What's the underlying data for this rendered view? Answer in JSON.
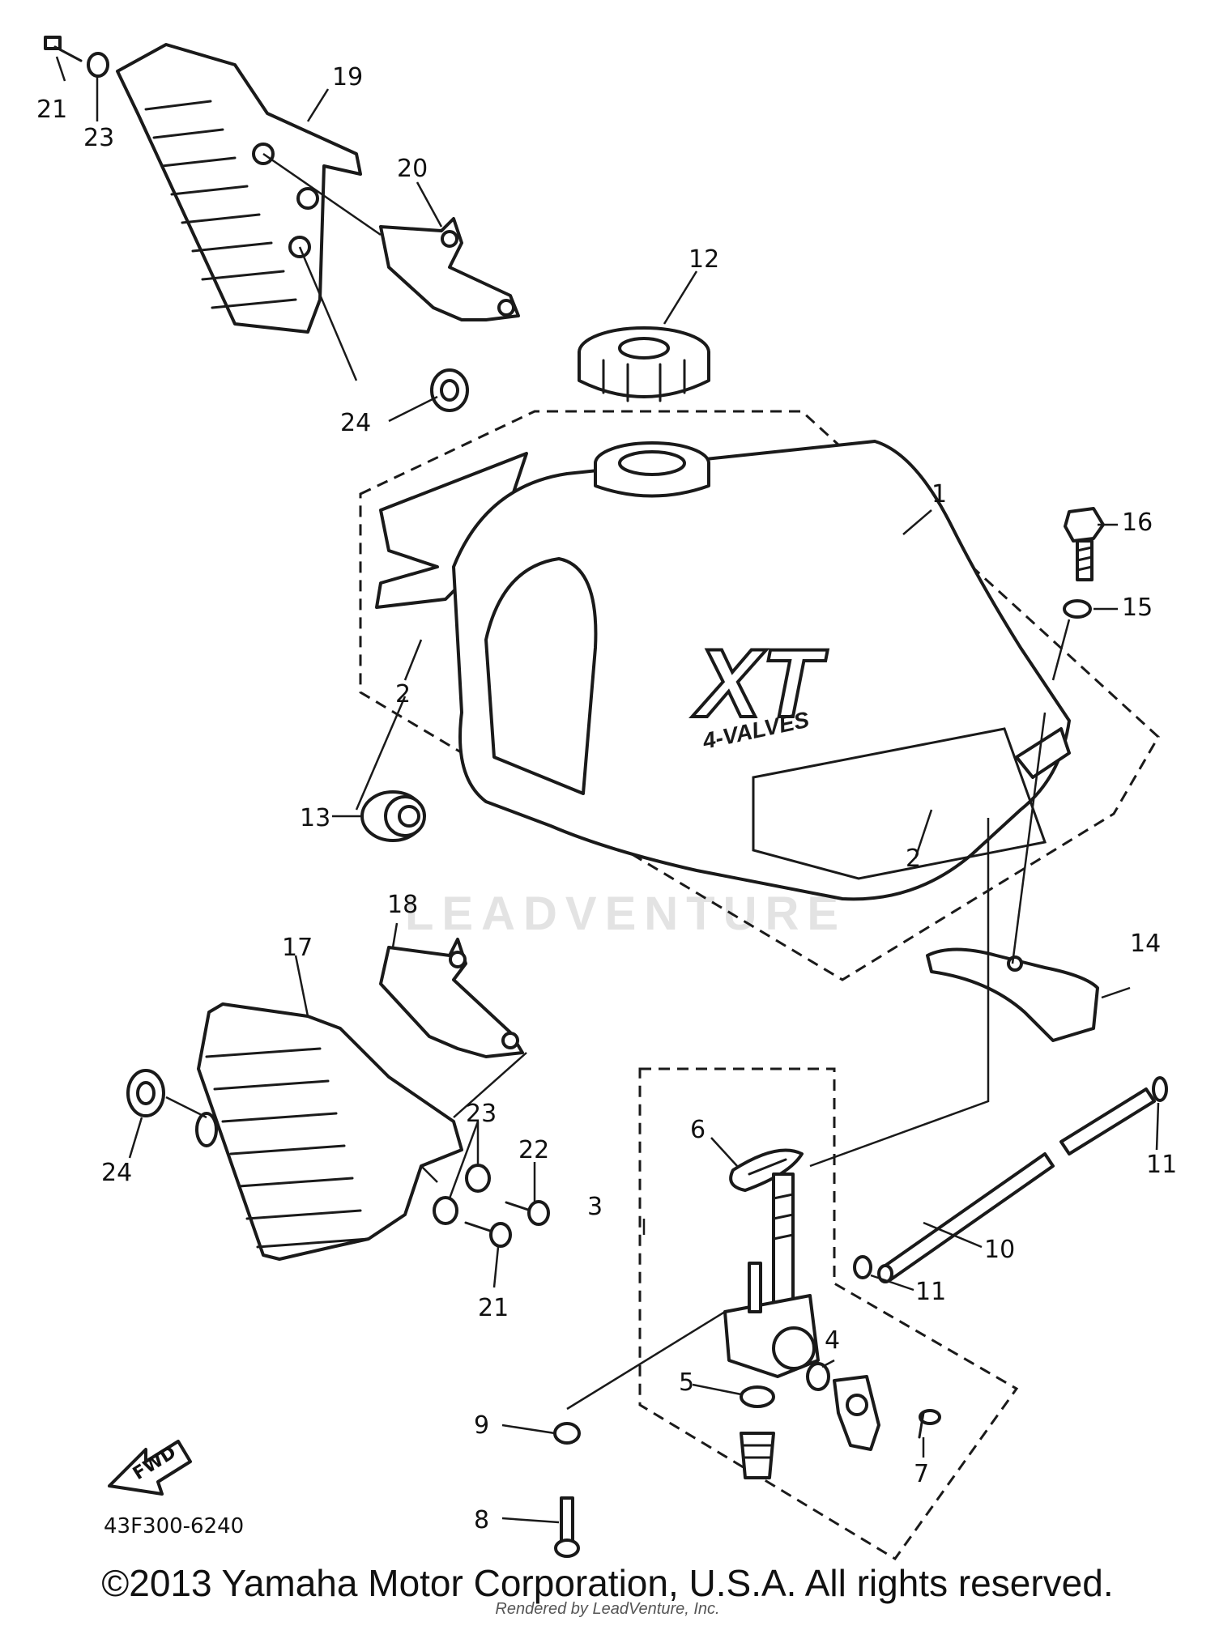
{
  "diagram": {
    "callouts": [
      {
        "id": "c1",
        "label": "1"
      },
      {
        "id": "c2a",
        "label": "2"
      },
      {
        "id": "c2b",
        "label": "2"
      },
      {
        "id": "c3",
        "label": "3"
      },
      {
        "id": "c4",
        "label": "4"
      },
      {
        "id": "c5",
        "label": "5"
      },
      {
        "id": "c6",
        "label": "6"
      },
      {
        "id": "c7",
        "label": "7"
      },
      {
        "id": "c8",
        "label": "8"
      },
      {
        "id": "c9",
        "label": "9"
      },
      {
        "id": "c10",
        "label": "10"
      },
      {
        "id": "c11a",
        "label": "11"
      },
      {
        "id": "c11b",
        "label": "11"
      },
      {
        "id": "c12",
        "label": "12"
      },
      {
        "id": "c13",
        "label": "13"
      },
      {
        "id": "c14",
        "label": "14"
      },
      {
        "id": "c15",
        "label": "15"
      },
      {
        "id": "c16",
        "label": "16"
      },
      {
        "id": "c17",
        "label": "17"
      },
      {
        "id": "c18",
        "label": "18"
      },
      {
        "id": "c19",
        "label": "19"
      },
      {
        "id": "c20",
        "label": "20"
      },
      {
        "id": "c21a",
        "label": "21"
      },
      {
        "id": "c21b",
        "label": "21"
      },
      {
        "id": "c22",
        "label": "22"
      },
      {
        "id": "c23a",
        "label": "23"
      },
      {
        "id": "c23b",
        "label": "23"
      },
      {
        "id": "c24a",
        "label": "24"
      },
      {
        "id": "c24b",
        "label": "24"
      }
    ],
    "tank_logo": "XT",
    "tank_badge": "4-VALVES",
    "fwd_label": "FWD",
    "diagram_code": "43F300-6240",
    "watermark": "LEADVENTURE"
  },
  "footer": {
    "copyright": "©2013 Yamaha Motor Corporation, U.S.A. All rights reserved.",
    "rendered_by": "Rendered by LeadVenture, Inc."
  }
}
